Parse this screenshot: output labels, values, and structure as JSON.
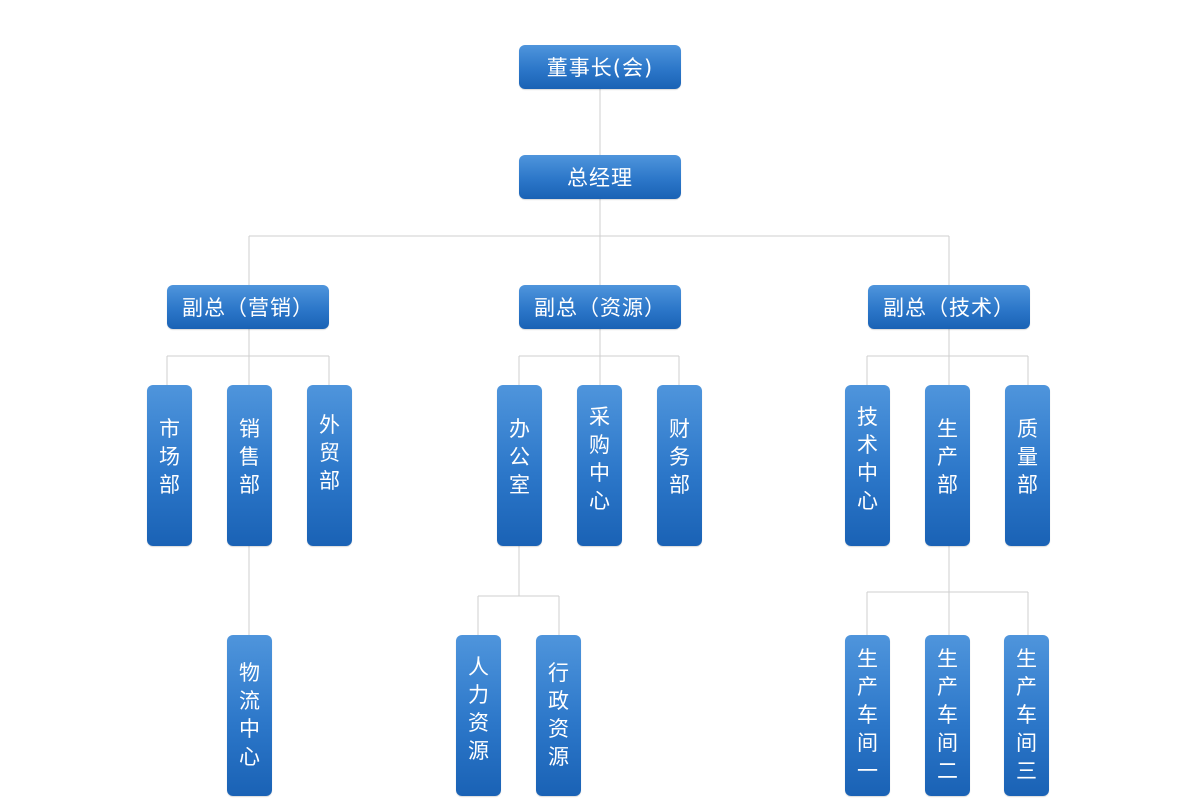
{
  "org": {
    "chairman": "董事长(会)",
    "gm": "总经理",
    "vp_marketing": "副总（营销）",
    "vp_resources": "副总（资源）",
    "vp_tech": "副总（技术）",
    "market_dept": "市场部",
    "sales_dept": "销售部",
    "trade_dept": "外贸部",
    "office": "办公室",
    "purchase_center": "采购中心",
    "finance_dept": "财务部",
    "tech_center": "技术中心",
    "production_dept": "生产部",
    "quality_dept": "质量部",
    "logistics_center": "物流中心",
    "hr": "人力资源",
    "admin_resources": "行政资源",
    "workshop_1": "生产车间一",
    "workshop_2": "生产车间二",
    "workshop_3": "生产车间三"
  },
  "colors": {
    "node_top": "#4f95dc",
    "node_bottom": "#1a62b5",
    "connector": "#cfcfcf"
  }
}
